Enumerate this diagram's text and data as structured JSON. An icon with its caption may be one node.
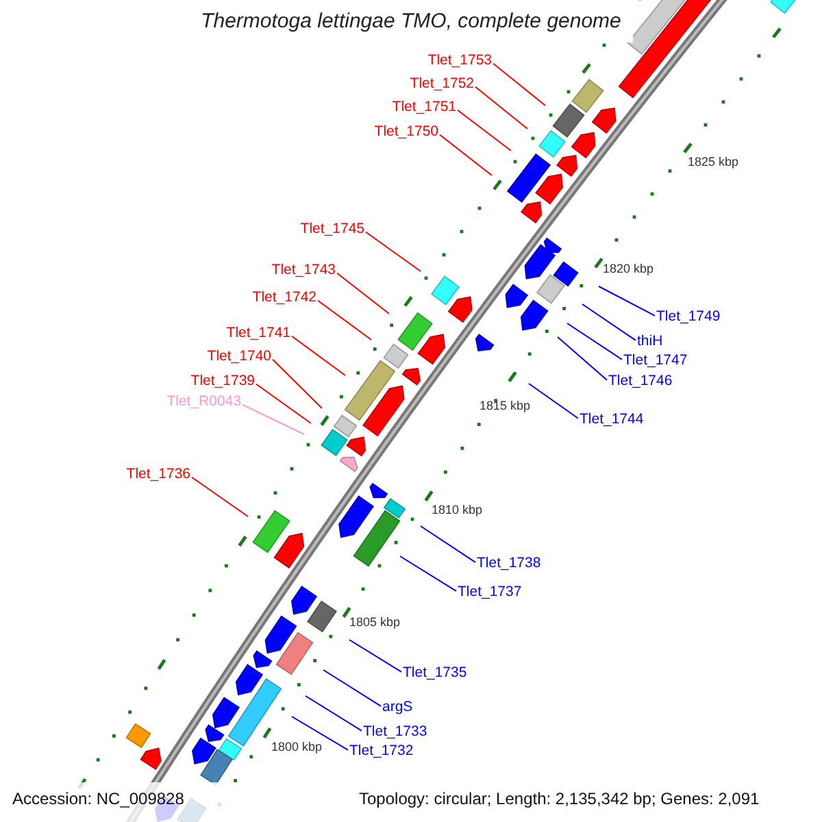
{
  "diagram": {
    "title": "Thermotoga lettingae TMO, complete genome",
    "nodes": [
      {
        "text": [
          "Tlet_1753"
        ]
      },
      {
        "text": [
          "Tlet_1752"
        ]
      },
      {
        "text": [
          "Tlet_1751"
        ]
      },
      {
        "text": [
          "Tlet_1750"
        ]
      },
      {
        "text": [
          "Tlet_1745"
        ]
      },
      {
        "text": [
          "Tlet_1743"
        ]
      },
      {
        "text": [
          "Tlet_1742"
        ]
      },
      {
        "text": [
          "Tlet_1749"
        ]
      },
      {
        "text": [
          "Tlet_1741"
        ]
      },
      {
        "text": [
          "thiH"
        ]
      },
      {
        "text": [
          "Tlet_1740"
        ]
      },
      {
        "text": [
          "Tlet_1747"
        ]
      },
      {
        "text": [
          "Tlet_1739"
        ]
      },
      {
        "text": [
          "Tlet_1746"
        ]
      },
      {
        "text": [
          "Tlet_R0043"
        ]
      },
      {
        "text": [
          "Tlet_1744"
        ]
      },
      {
        "text": [
          "Tlet_1736"
        ]
      },
      {
        "text": [
          "Tlet_1738"
        ]
      },
      {
        "text": [
          "Tlet_1737"
        ]
      },
      {
        "text": [
          "Tlet_1735"
        ]
      },
      {
        "text": [
          "argS"
        ]
      },
      {
        "text": [
          "Tlet_1733"
        ]
      },
      {
        "text": [
          "Tlet_1732"
        ]
      }
    ],
    "edges": [
      {
        "from": 0,
        "to": null,
        "arrow": "none"
      },
      {
        "from": 1,
        "to": null,
        "arrow": "none"
      },
      {
        "from": 2,
        "to": null,
        "arrow": "none"
      },
      {
        "from": 3,
        "to": null,
        "arrow": "none"
      },
      {
        "from": 4,
        "to": null,
        "arrow": "none"
      },
      {
        "from": 5,
        "to": null,
        "arrow": "none"
      },
      {
        "from": 6,
        "to": null,
        "arrow": "none"
      },
      {
        "from": 7,
        "to": null,
        "arrow": "none",
        "color": "#0000ff"
      },
      {
        "from": 8,
        "to": null,
        "arrow": "none"
      },
      {
        "from": 9,
        "to": null,
        "arrow": "none",
        "color": "#0000ff"
      },
      {
        "from": 10,
        "to": null,
        "arrow": "none"
      },
      {
        "from": 11,
        "to": null,
        "arrow": "none",
        "color": "#0000ff"
      },
      {
        "from": 12,
        "to": null,
        "arrow": "none"
      },
      {
        "from": 13,
        "to": null,
        "arrow": "none",
        "color": "#0000ff"
      },
      {
        "from": 14,
        "to": null,
        "arrow": "none",
        "color": "#ff99cc"
      },
      {
        "from": 15,
        "to": null,
        "arrow": "none",
        "color": "#0000ff"
      },
      {
        "from": 16,
        "to": null,
        "arrow": "none"
      },
      {
        "from": 17,
        "to": null,
        "arrow": "none",
        "color": "#0000ff"
      },
      {
        "from": 18,
        "to": null,
        "arrow": "none",
        "color": "#0000ff"
      },
      {
        "from": 19,
        "to": null,
        "arrow": "none",
        "color": "#0000ff"
      },
      {
        "from": 20,
        "to": null,
        "arrow": "none",
        "color": "#0000ff"
      },
      {
        "from": 21,
        "to": null,
        "arrow": "none",
        "color": "#0000ff"
      },
      {
        "from": 22,
        "to": null,
        "arrow": "none",
        "color": "#0000ff"
      }
    ],
    "labels": [
      "1825 kbp",
      "1820 kbp",
      "1815 kbp",
      "1810 kbp",
      "1805 kbp",
      "1800 kbp",
      "Accession: NC_009828",
      "Topology: circular; Length: 2,135,342 bp; Genes: 2,091"
    ]
  }
}
